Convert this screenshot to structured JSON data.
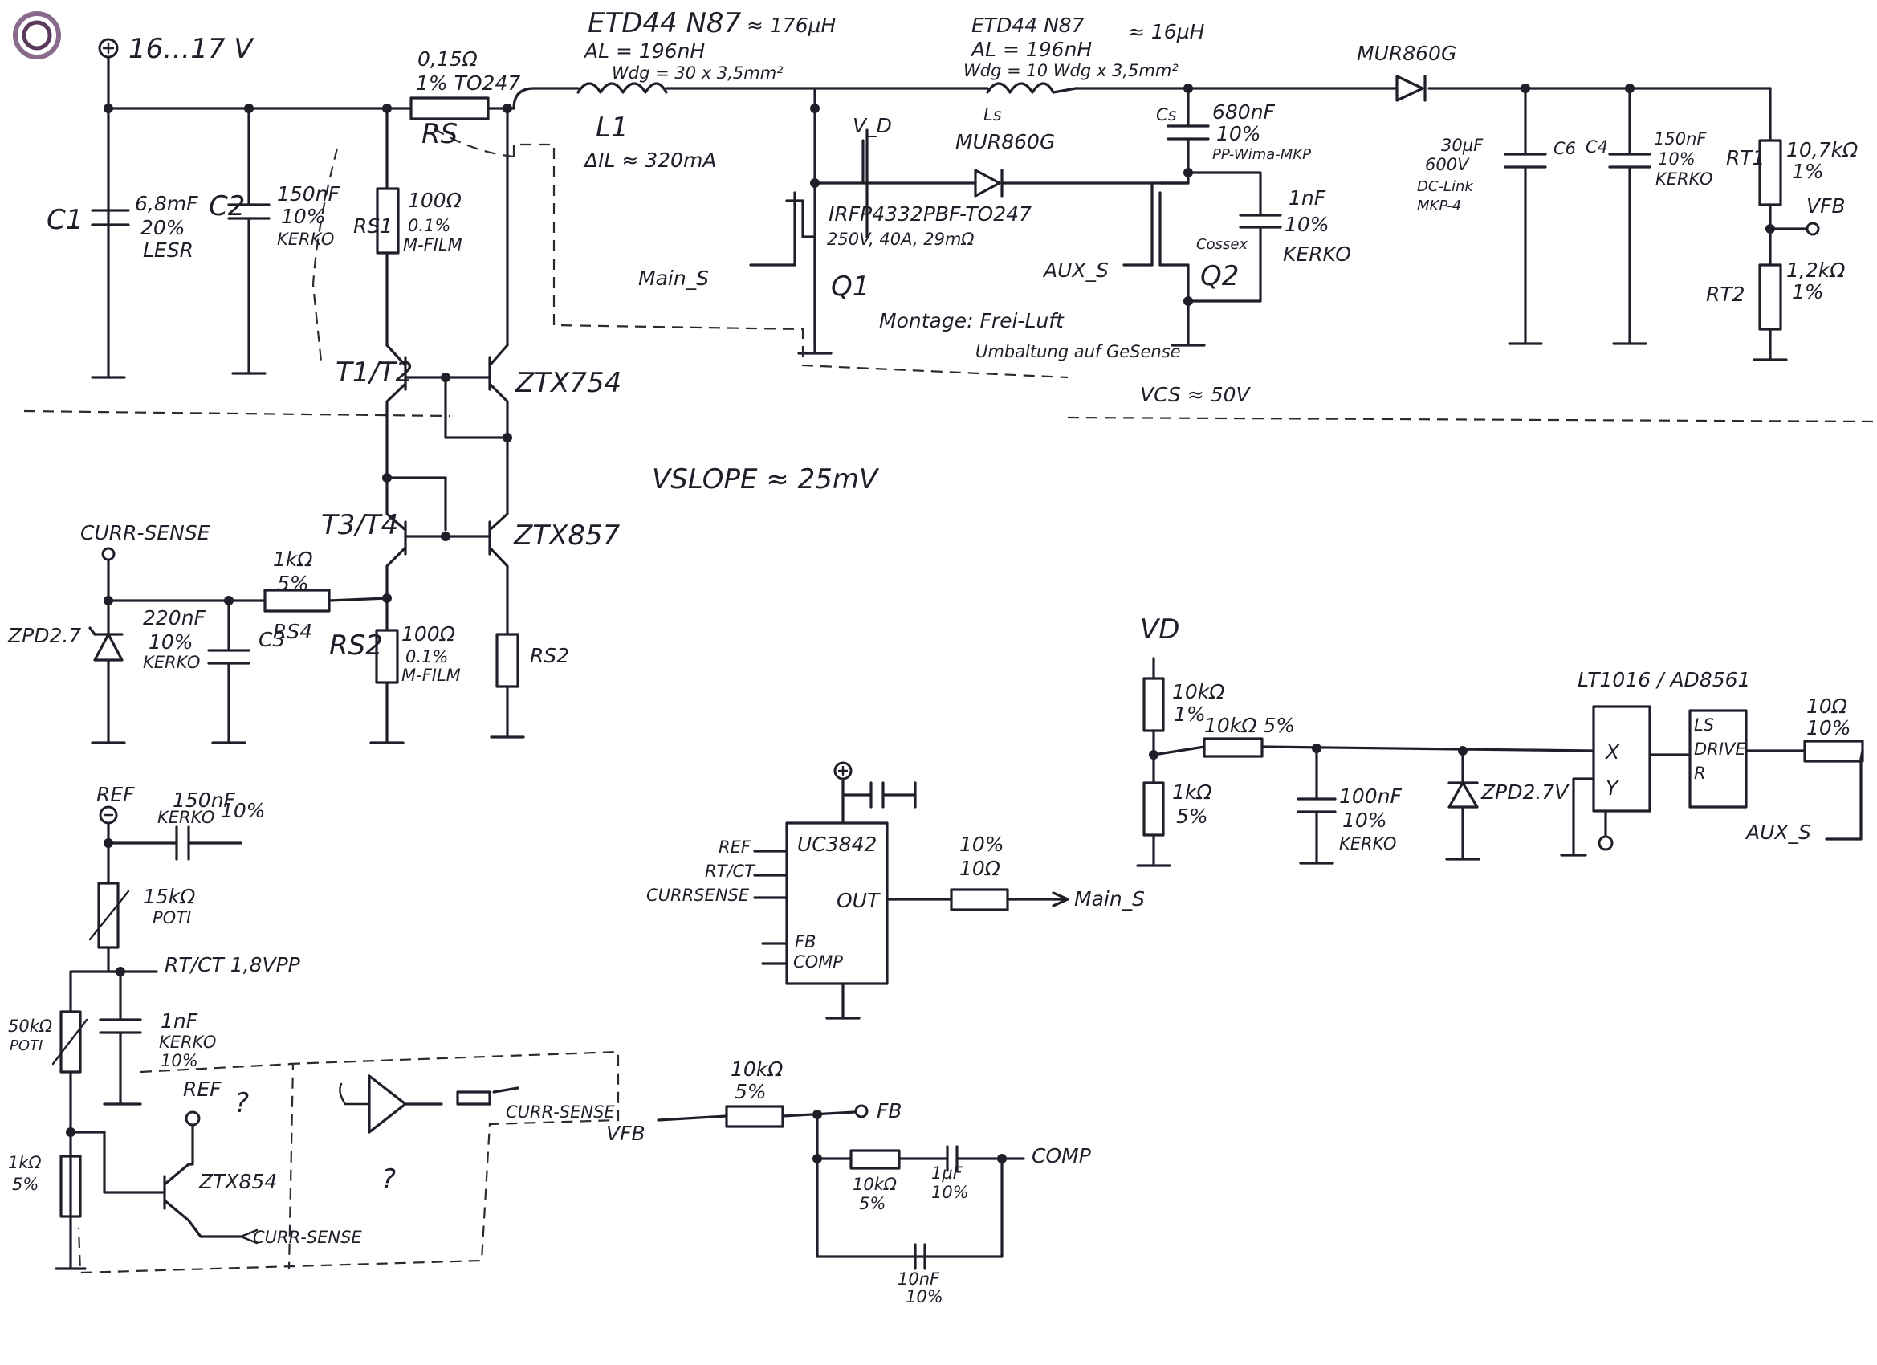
{
  "colors": {
    "ink": "#1f1f2a",
    "paper": "#ffffff",
    "stamp": "#8a6a8a"
  },
  "icons": {
    "stamp": "stamp-logo",
    "supply": "plus-terminal-icon",
    "ground": "ground-icon"
  },
  "power": {
    "vin": "16…17 V",
    "c1": {
      "name": "C1",
      "value": "6,8mF",
      "tol": "20%",
      "type": "LESR"
    },
    "c2": {
      "name": "C2",
      "value": "150nF",
      "tol": "10%",
      "type": "KERKO"
    },
    "rs": {
      "name": "RS",
      "value": "0,15Ω",
      "spec": "1% TO247"
    },
    "rs1": {
      "name": "RS1",
      "value": "100Ω",
      "tol": "0.1%",
      "type": "M-FILM"
    },
    "l1": {
      "core": "ETD44 N87",
      "al": "AL = 196nH",
      "wdg": "Wdg = 30 x 3,5mm²",
      "ind": "≈ 176µH",
      "name": "L1",
      "ripple": "ΔIL ≈ 320mA"
    },
    "ls": {
      "core": "ETD44 N87",
      "al": "AL = 196nH",
      "wdg": "Wdg = 10 Wdg x 3,5mm²",
      "ind": "≈ 16µH",
      "name": "Ls"
    },
    "vd_label": "V_D",
    "d1": "MUR860G",
    "d2": "MUR860G",
    "q1": {
      "part": "IRFP4332PBF-TO247",
      "spec": "250V, 40A, 29mΩ",
      "name": "Q1",
      "gate": "Main_S"
    },
    "q2": {
      "name": "Q2",
      "gate": "AUX_S"
    },
    "cs": {
      "name": "Cs",
      "value": "680nF",
      "tol": "10%",
      "type": "PP-Wima-MKP"
    },
    "coss": {
      "name": "Cossex",
      "value": "1nF",
      "tol": "10%",
      "type": "KERKO"
    },
    "montage": "Montage: Frei-Luft",
    "note": "Umbaltung auf GeSense",
    "vcs": "VCS ≈ 50V",
    "c6": {
      "name": "C6",
      "value": "30µF",
      "volt": "600V",
      "type1": "DC-Link",
      "type2": "MKP-4"
    },
    "c4": {
      "name": "C4",
      "value": "150nF",
      "tol": "10%",
      "type": "KERKO"
    },
    "rt1": {
      "name": "RT1",
      "value": "10,7kΩ",
      "tol": "1%"
    },
    "rt2": {
      "name": "RT2",
      "value": "1,2kΩ",
      "tol": "1%"
    },
    "vfb": "VFB"
  },
  "sense": {
    "t12": "T1/T2",
    "t12_part": "ZTX754",
    "t34": "T3/T4",
    "t34_part": "ZTX857",
    "vslope": "VSLOPE ≈ 25mV",
    "curr_sense": "CURR-SENSE",
    "zpd": "ZPD2.7",
    "c3": {
      "name": "C3",
      "value": "220nF",
      "tol": "10%",
      "type": "KERKO"
    },
    "rs4": {
      "name": "RS4",
      "value": "1kΩ",
      "tol": "5%"
    },
    "rs2": {
      "name": "RS2",
      "value": "100Ω",
      "tol": "0.1%",
      "type": "M-FILM"
    },
    "rs2b": "RS2"
  },
  "osc": {
    "ref": "REF",
    "cref": {
      "value": "150nF",
      "type": "KERKO",
      "tol": "10%"
    },
    "poti1": {
      "value": "15kΩ",
      "type": "POTI"
    },
    "rtct": "RT/CT 1,8VPP",
    "poti2": {
      "value": "50kΩ",
      "type": "POTI"
    },
    "ct": {
      "value": "1nF",
      "type": "KERKO",
      "tol": "10%"
    },
    "r1k": {
      "value": "1kΩ",
      "tol": "5%"
    },
    "ref2": "REF",
    "q": "?",
    "ztx": "ZTX854",
    "cs_out": "CURR-SENSE",
    "cs_box": "CURR-SENSE",
    "q2": "?"
  },
  "ic": {
    "name": "UC3842",
    "pins_left": [
      "REF",
      "RT/CT",
      "CURRSENSE"
    ],
    "fb": "FB",
    "comp": "COMP",
    "out": "OUT",
    "rg": {
      "tol": "10%",
      "value": "10Ω"
    },
    "mains": "Main_S"
  },
  "fb": {
    "vfb": "VFB",
    "rin": {
      "value": "10kΩ",
      "tol": "5%"
    },
    "fb": "FB",
    "r": {
      "value": "10kΩ",
      "tol": "5%"
    },
    "c": {
      "value": "1µF",
      "tol": "10%"
    },
    "comp": "COMP",
    "c2": {
      "value": "10nF",
      "tol": "10%"
    }
  },
  "aux": {
    "vd": "VD",
    "r1": {
      "value": "10kΩ",
      "tol": "1%"
    },
    "r2": "10kΩ 5%",
    "r3": {
      "value": "1kΩ",
      "tol": "5%"
    },
    "c": {
      "value": "100nF",
      "tol": "10%",
      "type": "KERKO"
    },
    "zpd": "ZPD2.7V",
    "ic": "LT1016 / AD8561",
    "x": "X",
    "y": "Y",
    "drv": [
      "LS",
      "DRIVE",
      "R"
    ],
    "rout": {
      "value": "10Ω",
      "tol": "10%"
    },
    "auxs": "AUX_S"
  }
}
